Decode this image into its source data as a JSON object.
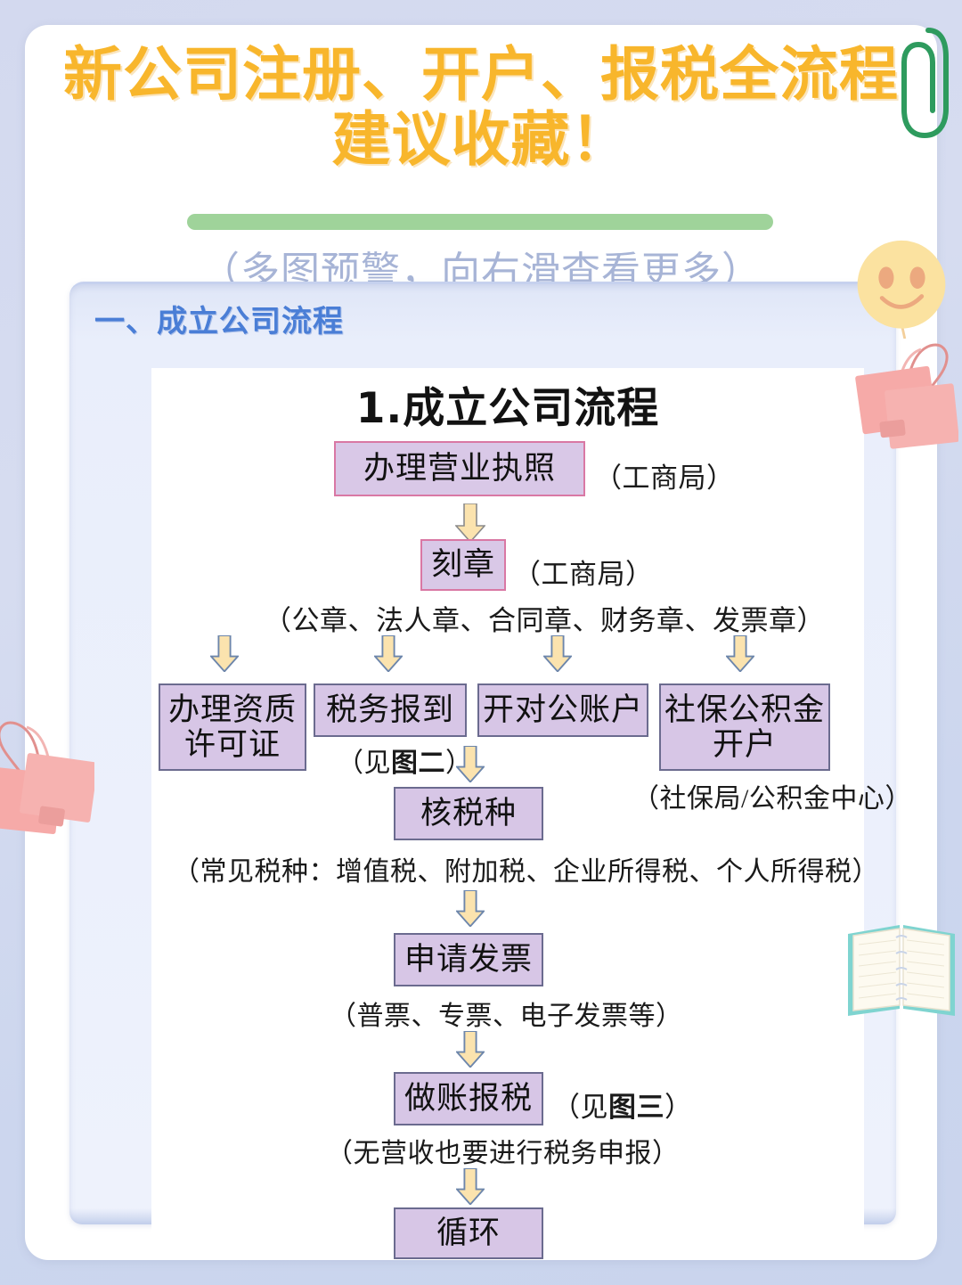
{
  "header": {
    "title_line1": "新公司注册、开户、报税全流程",
    "title_line2": "建议收藏！",
    "subtitle": "（多图预警，向右滑查看更多）",
    "accent_color": "#f8b62c",
    "pill_color": "#9fd39a",
    "subtitle_color": "#a7b4d6"
  },
  "panel": {
    "section_title": "一、成立公司流程",
    "section_title_color": "#4a7ed6",
    "background_color": "#e9eefb"
  },
  "flowchart": {
    "title": "1.成立公司流程",
    "box_fill": "#d7c6e6",
    "box_border": "#6b6b8f",
    "box_border_pink": "#d978a4",
    "arrow_fill": "#fbe3ae",
    "arrow_stroke_gray": "#8b8b8b",
    "arrow_stroke_blue": "#6d86ab",
    "nodes": [
      {
        "id": "license",
        "label": "办理营业执照",
        "note": "（工商局）"
      },
      {
        "id": "seal",
        "label": "刻章",
        "note": "（工商局）"
      },
      {
        "id": "seal_list",
        "label": "（公章、法人章、合同章、财务章、发票章）"
      },
      {
        "id": "qualify",
        "label": "办理资质\n许可证"
      },
      {
        "id": "tax_reg",
        "label": "税务报到",
        "note_prefix": "（见",
        "note_bold": "图二",
        "note_suffix": "）"
      },
      {
        "id": "bank",
        "label": "开对公账户"
      },
      {
        "id": "social",
        "label": "社保公积金\n开户",
        "note": "（社保局/公积金中心）"
      },
      {
        "id": "tax_type",
        "label": "核税种",
        "note": "（常见税种：增值税、附加税、企业所得税、个人所得税）"
      },
      {
        "id": "invoice",
        "label": "申请发票",
        "note": "（普票、专票、电子发票等）"
      },
      {
        "id": "bookkeep",
        "label": "做账报税",
        "note_prefix": "（见",
        "note_bold": "图三",
        "note_suffix": "）",
        "note2": "（无营收也要进行税务申报）"
      },
      {
        "id": "loop",
        "label": "循环"
      }
    ],
    "box_labels": {
      "license": "办理营业执照",
      "license_note": "（工商局）",
      "seal": "刻章",
      "seal_note": "（工商局）",
      "seal_list": "（公章、法人章、合同章、财务章、发票章）",
      "qualify_l1": "办理资质",
      "qualify_l2": "许可证",
      "tax_reg": "税务报到",
      "tax_reg_note_a": "（见",
      "tax_reg_note_b": "图二",
      "tax_reg_note_c": "）",
      "bank": "开对公账户",
      "social_l1": "社保公积金",
      "social_l2": "开户",
      "social_note": "（社保局/公积金中心）",
      "tax_type": "核税种",
      "tax_type_note": "（常见税种：增值税、附加税、企业所得税、个人所得税）",
      "invoice": "申请发票",
      "invoice_note": "（普票、专票、电子发票等）",
      "bookkeep": "做账报税",
      "bookkeep_note_a": "（见",
      "bookkeep_note_b": "图三",
      "bookkeep_note_c": "）",
      "bookkeep_note2": "（无营收也要进行税务申报）",
      "loop": "循环"
    }
  },
  "decorations": {
    "paperclip_color": "#2e9b5e",
    "binder_clip_color": "#f6aaa8",
    "smiley_color": "#fbe2a0",
    "notebook_color": "#7fd4d0"
  }
}
